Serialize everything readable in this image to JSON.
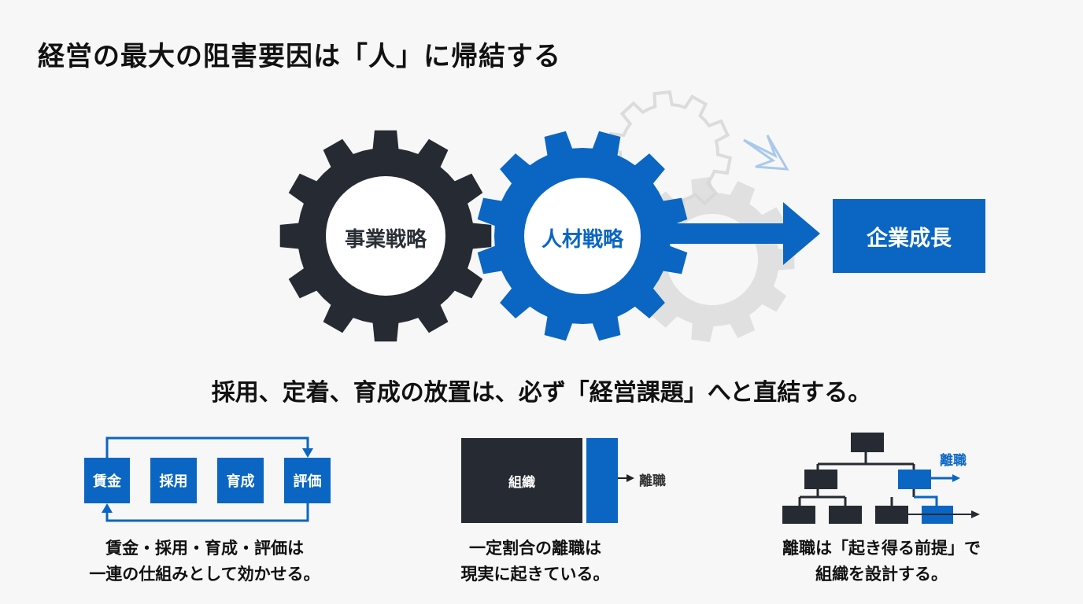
{
  "title": "経営の最大の阻害要因は「人」に帰結する",
  "gears": {
    "business": "事業戦略",
    "hr": "人材戦略"
  },
  "growth": "企業成長",
  "subtitle": "採用、定着、育成の放置は、必ず「経営課題」へと直結する。",
  "cycle": {
    "boxes": [
      "賃金",
      "採用",
      "育成",
      "評価"
    ],
    "caption": [
      "賃金・採用・育成・評価は",
      "一連の仕組みとして効かせる。"
    ]
  },
  "turnover": {
    "org": "組織",
    "leave": "離職",
    "caption": [
      "一定割合の離職は",
      "現実に起きている。"
    ]
  },
  "orgchart": {
    "leave": "離職",
    "caption": [
      "離職は「起き得る前提」で",
      "組織を設計する。"
    ]
  },
  "colors": {
    "blue": "#0a66c2",
    "dark": "#262b33",
    "grey": "#d6d6d6"
  }
}
